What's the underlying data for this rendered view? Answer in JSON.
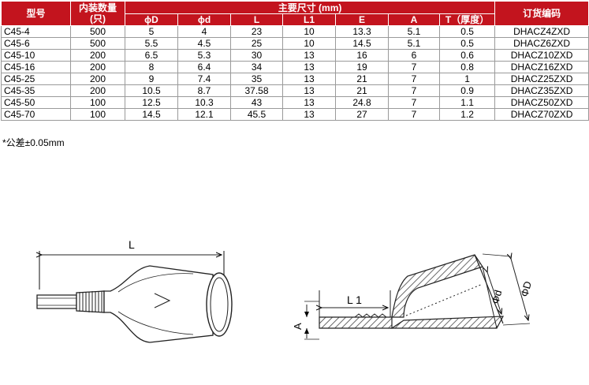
{
  "table": {
    "headers": {
      "model": "型号",
      "qty": "内装数量\n(只)",
      "dims_group": "主要尺寸  (mm)",
      "order_code": "订货编码",
      "dims": [
        "ϕD",
        "ϕd",
        "L",
        "L1",
        "E",
        "A",
        "T（厚度）"
      ]
    },
    "rows": [
      {
        "model": "C45-4",
        "qty": "500",
        "D": "5",
        "d": "4",
        "L": "23",
        "L1": "10",
        "E": "13.3",
        "A": "5.1",
        "T": "0.5",
        "code": "DHACZ4ZXD"
      },
      {
        "model": "C45-6",
        "qty": "500",
        "D": "5.5",
        "d": "4.5",
        "L": "25",
        "L1": "10",
        "E": "14.5",
        "A": "5.1",
        "T": "0.5",
        "code": "DHACZ6ZXD"
      },
      {
        "model": "C45-10",
        "qty": "200",
        "D": "6.5",
        "d": "5.3",
        "L": "30",
        "L1": "13",
        "E": "16",
        "A": "6",
        "T": "0.6",
        "code": "DHACZ10ZXD"
      },
      {
        "model": "C45-16",
        "qty": "200",
        "D": "8",
        "d": "6.4",
        "L": "34",
        "L1": "13",
        "E": "19",
        "A": "7",
        "T": "0.8",
        "code": "DHACZ16ZXD"
      },
      {
        "model": "C45-25",
        "qty": "200",
        "D": "9",
        "d": "7.4",
        "L": "35",
        "L1": "13",
        "E": "21",
        "A": "7",
        "T": "1",
        "code": "DHACZ25ZXD"
      },
      {
        "model": "C45-35",
        "qty": "200",
        "D": "10.5",
        "d": "8.7",
        "L": "37.58",
        "L1": "13",
        "E": "21",
        "A": "7",
        "T": "0.9",
        "code": "DHACZ35ZXD"
      },
      {
        "model": "C45-50",
        "qty": "100",
        "D": "12.5",
        "d": "10.3",
        "L": "43",
        "L1": "13",
        "E": "24.8",
        "A": "7",
        "T": "1.1",
        "code": "DHACZ50ZXD"
      },
      {
        "model": "C45-70",
        "qty": "100",
        "D": "14.5",
        "d": "12.1",
        "L": "45.5",
        "L1": "13",
        "E": "27",
        "A": "7",
        "T": "1.2",
        "code": "DHACZ70ZXD"
      }
    ]
  },
  "note": "*公差±0.05mm",
  "drawing": {
    "front_view": {
      "length_label": "L"
    },
    "side_view": {
      "l1_label": "L 1",
      "a_label": "A",
      "outer_dia_label": "ΦD",
      "inner_dia_label": "Φd"
    }
  },
  "colors": {
    "header_bg": "#c3141e",
    "header_text": "#ffffff",
    "grid": "#9a9a9a"
  }
}
